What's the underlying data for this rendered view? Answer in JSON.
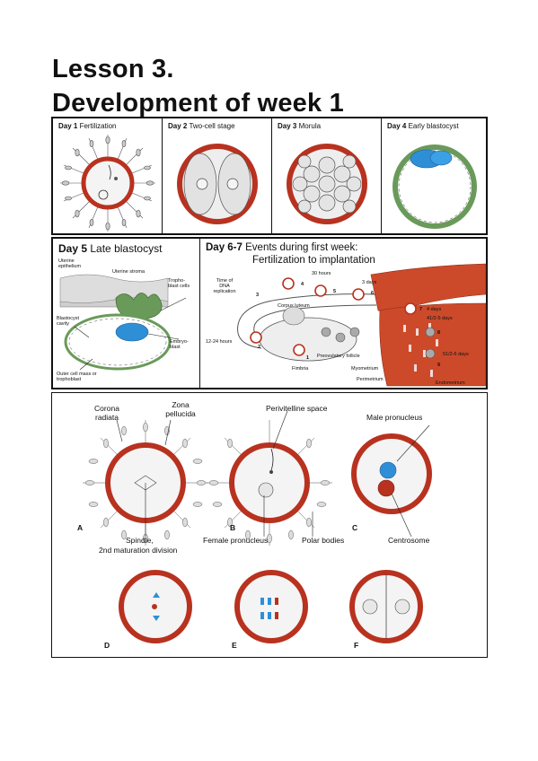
{
  "page": {
    "title_line1": "Lesson 3.",
    "title_line2": "Development of week 1"
  },
  "panel_top": {
    "cells": [
      {
        "day": "Day 1",
        "label": "Fertilization"
      },
      {
        "day": "Day 2",
        "label": "Two-cell stage"
      },
      {
        "day": "Day 3",
        "label": "Morula"
      },
      {
        "day": "Day 4",
        "label": "Early blastocyst"
      }
    ]
  },
  "panel_mid": {
    "day5": {
      "day": "Day 5",
      "label": "Late blastocyst",
      "uterine_epithelium": "Uterine epithelium",
      "uterine_stroma": "Uterine stroma",
      "trophoblast_cells": "Tropho- blast cells",
      "blastocyst_cavity": "Blastocyst cavity",
      "embryoblast": "Embryo- blast",
      "outer_cell_mass": "Outer cell mass or trophoblast"
    },
    "day67": {
      "day": "Day 6-7",
      "label": "Events during first week:",
      "label2": "Fertilization to implantation",
      "time_dna": "Time of DNA replication",
      "hours30": "30 hours",
      "days3": "3 days",
      "corpus_luteum": "Corpus luteum",
      "days4": "4 days",
      "days45": "41/2-5 days",
      "hours1224": "12-24 hours",
      "preovulatory": "Preovulatory follicle",
      "fimbria": "Fimbria",
      "myometrium": "Myometrium",
      "perimetrium": "Perimetrium",
      "days56": "51/2-6 days",
      "endometrium": "Endometrium",
      "n1": "1",
      "n2": "2",
      "n3": "3",
      "n4": "4",
      "n5": "5",
      "n6": "6",
      "n7": "7",
      "n8": "8",
      "n9": "9"
    }
  },
  "panel_bottom": {
    "corona_radiata": "Corona radiata",
    "zona_pellucida": "Zona pellucida",
    "perivitelline_space": "Perivitelline space",
    "male_pronucleus": "Male pronucleus",
    "spindle": "Spindle,",
    "spindle2": "2nd maturation division",
    "female_pronucleus": "Female pronucleus",
    "polar_bodies": "Polar bodies",
    "centrosome": "Centrosome",
    "letters": [
      "A",
      "B",
      "C",
      "D",
      "E",
      "F"
    ]
  },
  "colors": {
    "zona_red": "#b8321f",
    "embryoblast_blue": "#2f8fd6",
    "green_tissue": "#6a9a5a",
    "muscle_red": "#cc4a2a"
  }
}
